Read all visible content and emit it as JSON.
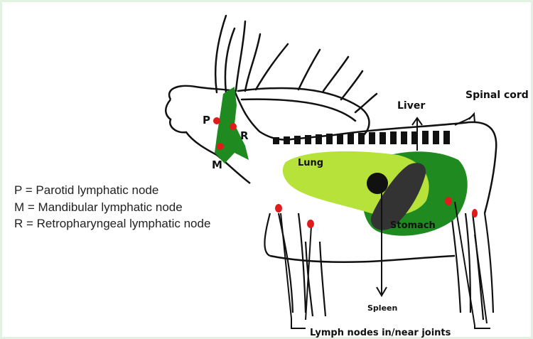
{
  "labels": {
    "liver": "Liver",
    "spinal_cord": "Spinal cord",
    "lung": "Lung",
    "stomach": "Stomach",
    "spleen": "Spleen",
    "lymph_nodes": "Lymph nodes in/near joints",
    "p": "P",
    "r": "R",
    "m": "M"
  },
  "legend": [
    "P = Parotid lymphatic node",
    "M = Mandibular lymphatic node",
    "R = Retropharyngeal lymphatic node"
  ],
  "colors": {
    "lung": "#b6e23a",
    "stomach": "#1f8a1f",
    "node_region": "#1f8a1f",
    "spleen_liver": "#333333",
    "lymph_node": "#e01b1b",
    "outline": "#111111",
    "frame": "#e3f1e3"
  }
}
